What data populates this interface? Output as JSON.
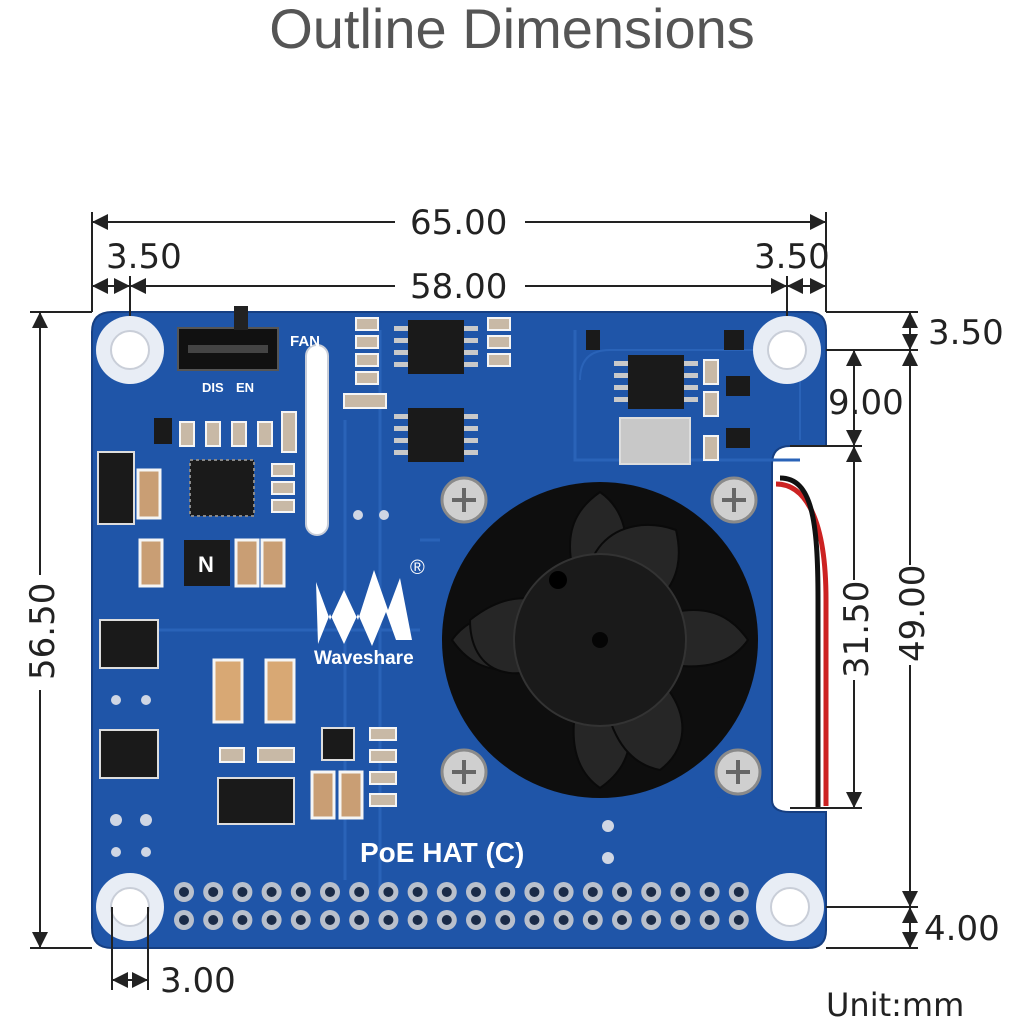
{
  "title": "Outline Dimensions",
  "unit": "Unit:mm",
  "dimensions": {
    "total_width": "65.00",
    "hole_left_offset": "3.50",
    "hole_right_offset": "3.50",
    "hole_spacing_x": "58.00",
    "total_height": "56.50",
    "top_offset": "3.50",
    "notch_top": "9.00",
    "notch_height": "31.50",
    "hole_spacing_y": "49.00",
    "bottom_offset": "4.00",
    "header_offset": "3.00"
  },
  "board": {
    "name": "PoE HAT (C)",
    "brand": "Waveshare",
    "switch_label": "FAN",
    "switch_dis": "DIS",
    "switch_en": "EN",
    "registered": "®",
    "pcb_color": "#1f55a8"
  }
}
